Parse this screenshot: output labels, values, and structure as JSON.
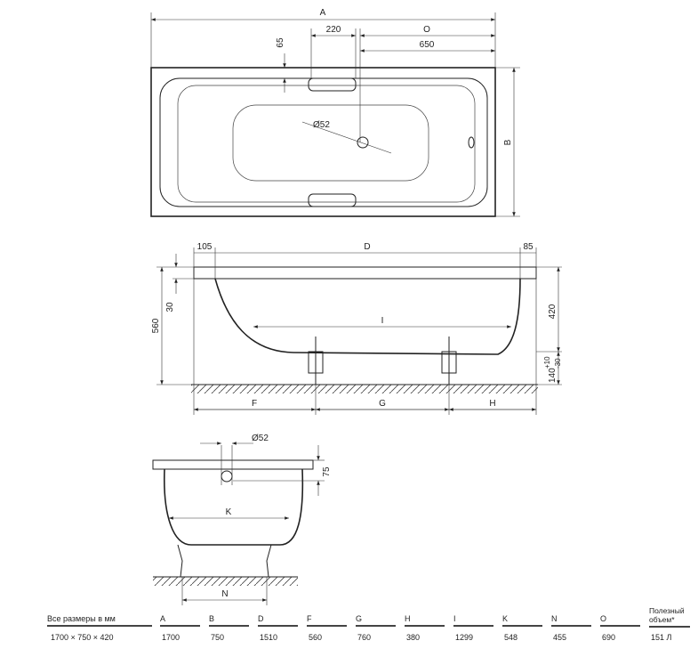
{
  "drawing": {
    "top_view": {
      "A": "A",
      "O": "O",
      "d220": "220",
      "d650": "650",
      "d65": "65",
      "drain": "Ø52",
      "B": "B"
    },
    "side_view": {
      "d105": "105",
      "D": "D",
      "d85": "85",
      "d30": "30",
      "d560": "560",
      "I": "I",
      "d420": "420",
      "tol_plus": "+10",
      "tol_minus": "-30",
      "d140": "140",
      "F": "F",
      "G": "G",
      "H": "H"
    },
    "end_view": {
      "drain": "Ø52",
      "d75": "75",
      "K": "K",
      "N": "N"
    }
  },
  "table": {
    "headers": [
      "Все размеры в мм",
      "A",
      "B",
      "D",
      "F",
      "G",
      "H",
      "I",
      "K",
      "N",
      "O",
      "Полезный объем*"
    ],
    "values": [
      "1700 × 750 × 420",
      "1700",
      "750",
      "1510",
      "560",
      "760",
      "380",
      "1299",
      "548",
      "455",
      "690",
      "151 Л"
    ]
  }
}
